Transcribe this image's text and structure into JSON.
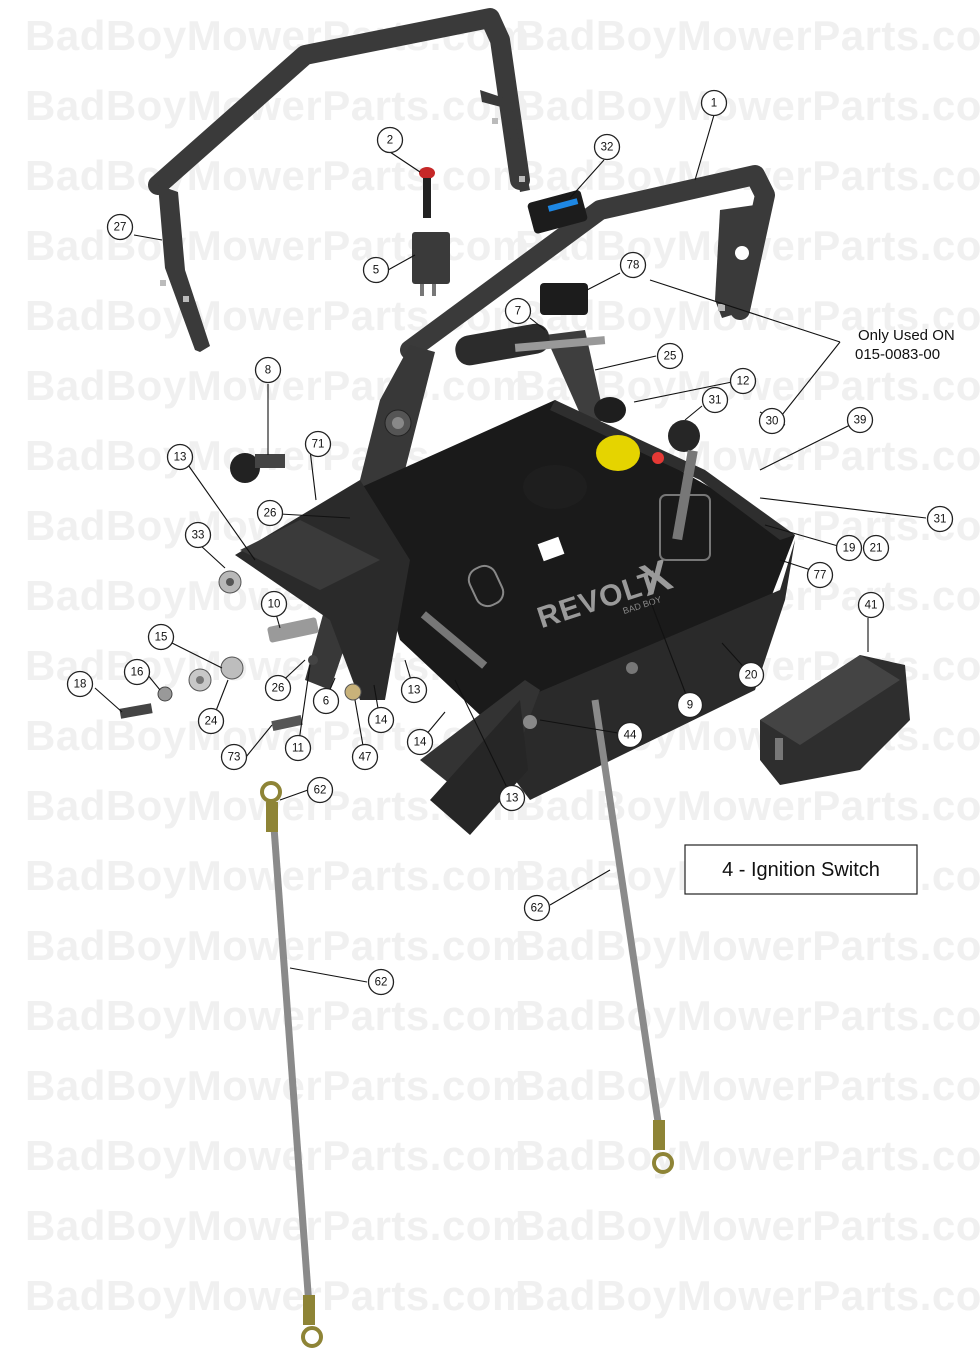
{
  "watermark": "BadBoyMowerParts.com",
  "title_box": "4 - Ignition Switch",
  "note": {
    "line1": "Only Used ON",
    "line2": "015-0083-00"
  },
  "brand_logo": {
    "text": "REVOLT",
    "x": "X",
    "sub": "BAD BOY"
  },
  "callouts": [
    {
      "id": "c1",
      "label": "1"
    },
    {
      "id": "c2",
      "label": "2"
    },
    {
      "id": "c32",
      "label": "32"
    },
    {
      "id": "c27",
      "label": "27"
    },
    {
      "id": "c5",
      "label": "5"
    },
    {
      "id": "c78",
      "label": "78"
    },
    {
      "id": "c7",
      "label": "7"
    },
    {
      "id": "c25",
      "label": "25"
    },
    {
      "id": "c8",
      "label": "8"
    },
    {
      "id": "c12",
      "label": "12"
    },
    {
      "id": "c31a",
      "label": "31"
    },
    {
      "id": "c30",
      "label": "30"
    },
    {
      "id": "c39",
      "label": "39"
    },
    {
      "id": "c13a",
      "label": "13"
    },
    {
      "id": "c71",
      "label": "71"
    },
    {
      "id": "c26a",
      "label": "26"
    },
    {
      "id": "c31b",
      "label": "31"
    },
    {
      "id": "c33",
      "label": "33"
    },
    {
      "id": "c19",
      "label": "19"
    },
    {
      "id": "c21",
      "label": "21"
    },
    {
      "id": "c77",
      "label": "77"
    },
    {
      "id": "c10",
      "label": "10"
    },
    {
      "id": "c41",
      "label": "41"
    },
    {
      "id": "c15",
      "label": "15"
    },
    {
      "id": "c16",
      "label": "16"
    },
    {
      "id": "c18",
      "label": "18"
    },
    {
      "id": "c26b",
      "label": "26"
    },
    {
      "id": "c6",
      "label": "6"
    },
    {
      "id": "c13b",
      "label": "13"
    },
    {
      "id": "c20",
      "label": "20"
    },
    {
      "id": "c9",
      "label": "9"
    },
    {
      "id": "c24",
      "label": "24"
    },
    {
      "id": "c14a",
      "label": "14"
    },
    {
      "id": "c14b",
      "label": "14"
    },
    {
      "id": "c44",
      "label": "44"
    },
    {
      "id": "c11",
      "label": "11"
    },
    {
      "id": "c47",
      "label": "47"
    },
    {
      "id": "c73",
      "label": "73"
    },
    {
      "id": "c62a",
      "label": "62"
    },
    {
      "id": "c13c",
      "label": "13"
    },
    {
      "id": "c62b",
      "label": "62"
    },
    {
      "id": "c62c",
      "label": "62"
    }
  ]
}
